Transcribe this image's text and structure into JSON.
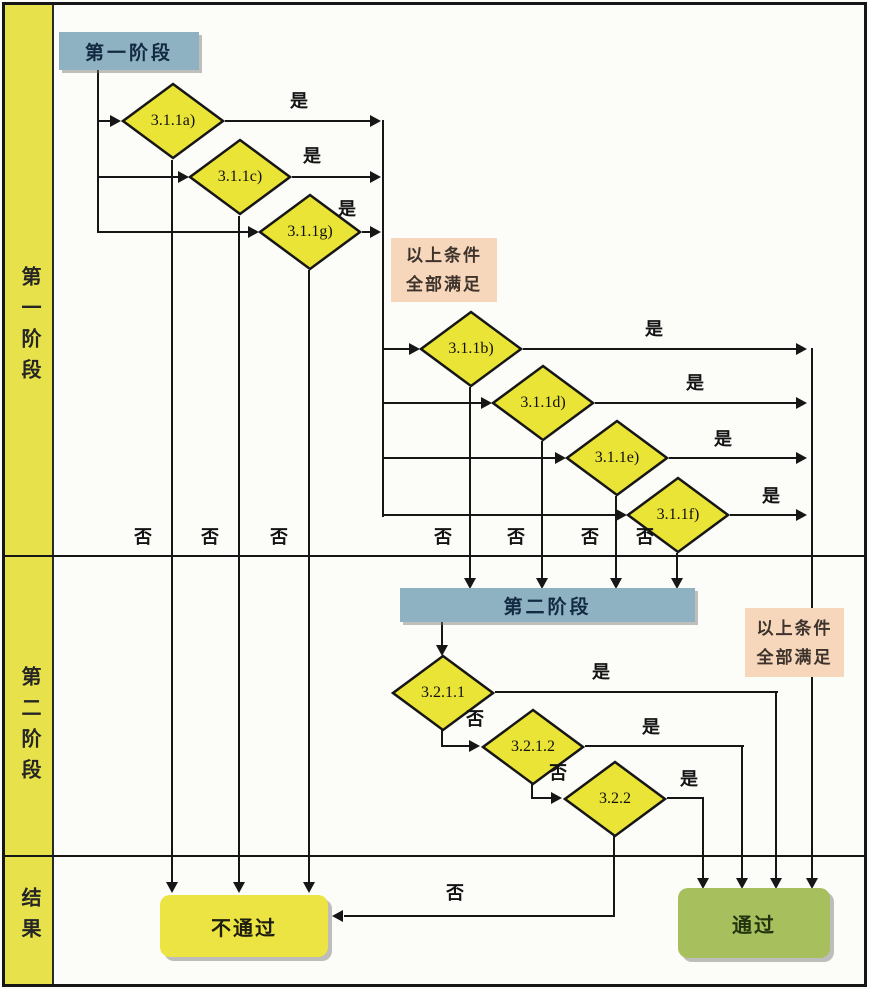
{
  "sidebar": {
    "sections": [
      {
        "label": "第一阶段"
      },
      {
        "label": "第二阶段"
      },
      {
        "label": "结果"
      }
    ]
  },
  "stage1": {
    "title": "第一阶段",
    "note": {
      "line1": "以上条件",
      "line2": "全部满足"
    },
    "diamonds": [
      {
        "label": "3.1.1a)"
      },
      {
        "label": "3.1.1c)"
      },
      {
        "label": "3.1.1g)"
      },
      {
        "label": "3.1.1b)"
      },
      {
        "label": "3.1.1d)"
      },
      {
        "label": "3.1.1e)"
      },
      {
        "label": "3.1.1f)"
      }
    ]
  },
  "stage2": {
    "title": "第二阶段",
    "note": {
      "line1": "以上条件",
      "line2": "全部满足"
    },
    "diamonds": [
      {
        "label": "3.2.1.1"
      },
      {
        "label": "3.2.1.2"
      },
      {
        "label": "3.2.2"
      }
    ]
  },
  "results": {
    "fail": "不通过",
    "pass": "通过"
  },
  "edge_labels": {
    "yes": "是",
    "no": "否"
  },
  "colors": {
    "sidebar_yellow": "#e7e24b",
    "diamond_yellow": "#eae436",
    "stage_box_blue": "#8eb2c1",
    "note_pink": "#f7d7bb",
    "pass_green": "#a7c05d",
    "fail_yellow": "#ebe442",
    "line_black": "#161616"
  }
}
